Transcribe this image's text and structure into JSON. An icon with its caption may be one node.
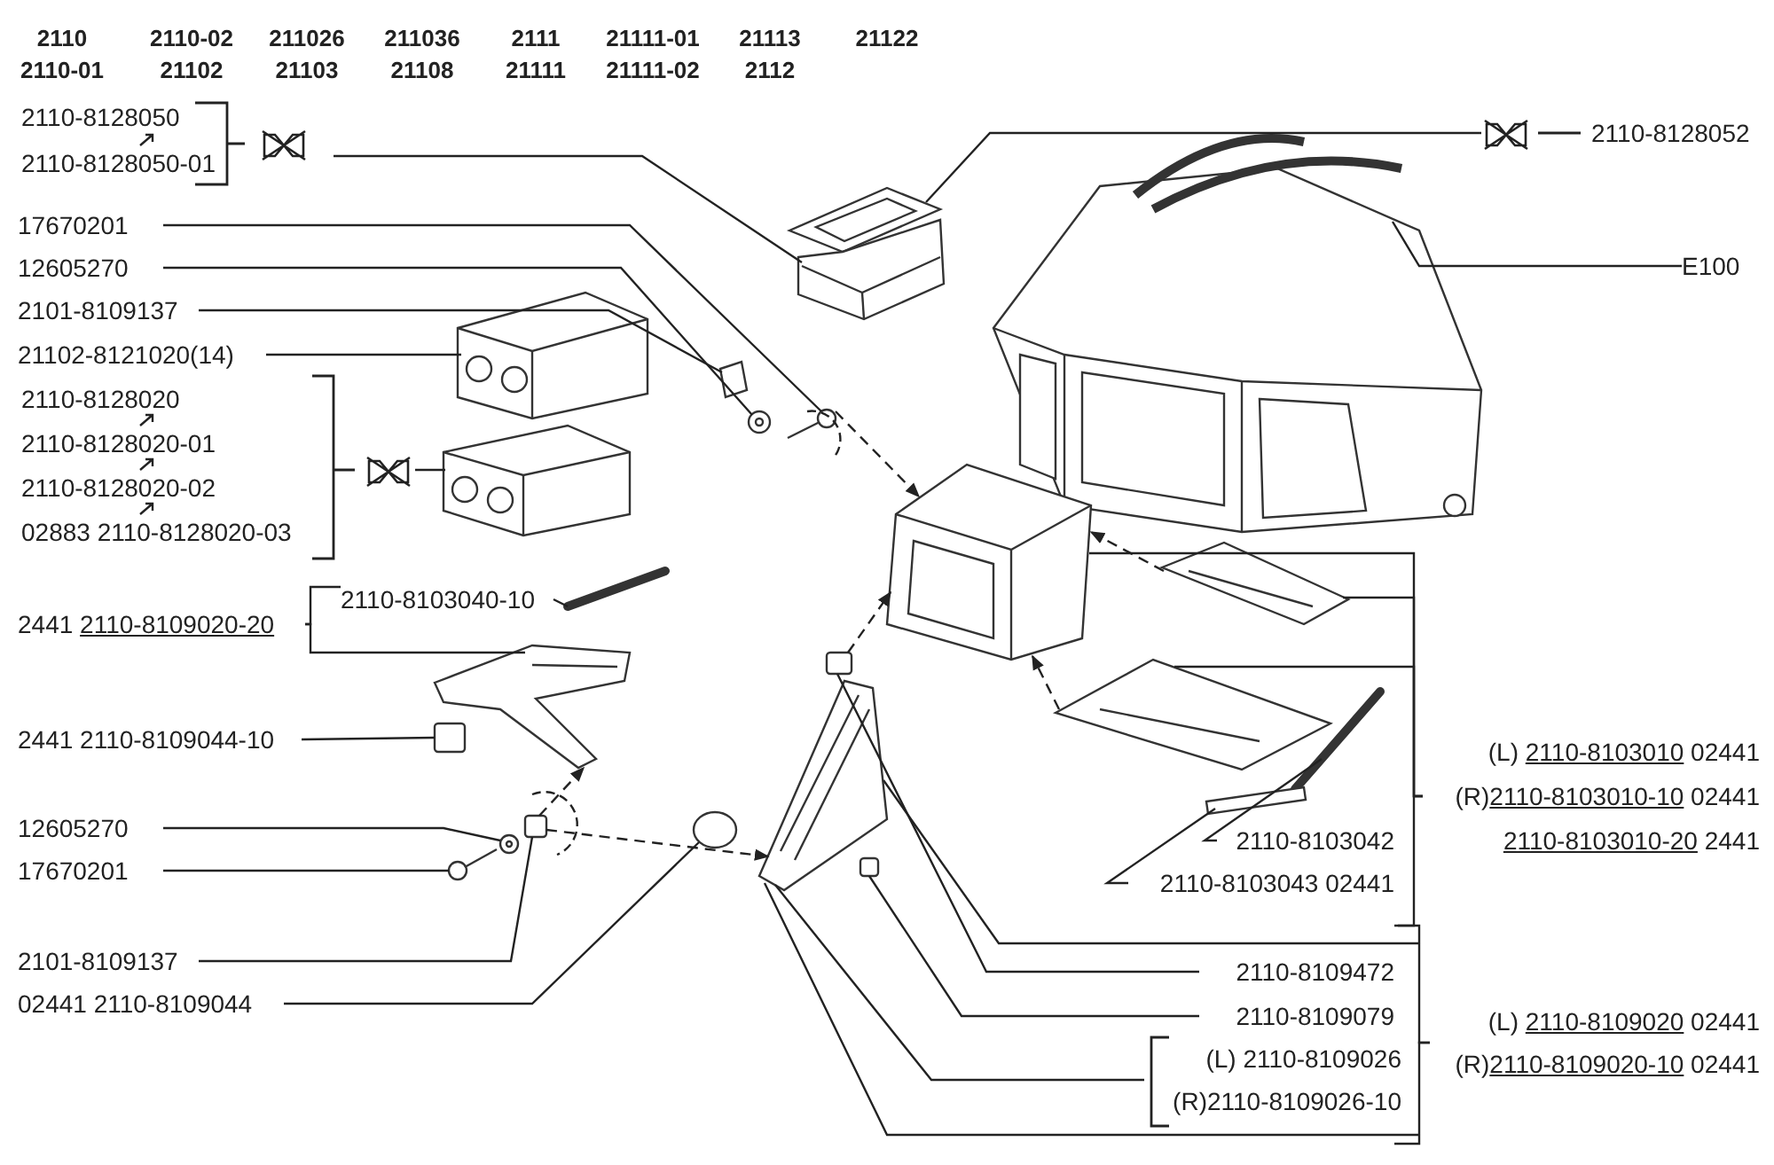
{
  "diagram": {
    "nodes": [
      {
        "text": [
          "2110-8128050",
          "2110-8128050-01"
        ]
      },
      {
        "text": [
          "17670201"
        ]
      },
      {
        "text": [
          "12605270"
        ]
      },
      {
        "text": [
          "2101-8109137"
        ]
      },
      {
        "text": [
          "21102-8121020(14)"
        ]
      },
      {
        "text": [
          "2110-8128020",
          "2110-8128020-01",
          "2110-8128020-02",
          "02883 2110-8128020-03"
        ]
      },
      {
        "text": [
          "2110-8103040-10"
        ]
      },
      {
        "text": [
          "2441 2110-8109020-20"
        ]
      },
      {
        "text": [
          "2441 2110-8109044-10"
        ]
      },
      {
        "text": [
          "12605270"
        ]
      },
      {
        "text": [
          "17670201"
        ]
      },
      {
        "text": [
          "2101-8109137"
        ]
      },
      {
        "text": [
          "02441 2110-8109044"
        ]
      },
      {
        "text": [
          "2110-8128052"
        ]
      },
      {
        "text": [
          "E100"
        ]
      },
      {
        "text": [
          "(L)  2110-8103010 02441",
          "(R)2110-8103010-10 02441",
          "2110-8103010-20   2441"
        ]
      },
      {
        "text": [
          "2110-8103042"
        ]
      },
      {
        "text": [
          "2110-8103043 02441"
        ]
      },
      {
        "text": [
          "2110-8109472"
        ]
      },
      {
        "text": [
          "2110-8109079"
        ]
      },
      {
        "text": [
          "(L)  2110-8109026",
          "(R)2110-8109026-10"
        ]
      },
      {
        "text": [
          "(L)  2110-8109020 02441",
          "(R)2110-8109020-10 02441"
        ]
      },
      {
        "text": [],
        "shape": "picture"
      },
      {
        "text": [],
        "shape": "picture"
      },
      {
        "text": [],
        "shape": "picture"
      },
      {
        "text": [],
        "shape": "picture"
      },
      {
        "text": [],
        "shape": "picture"
      },
      {
        "text": [],
        "shape": "picture"
      },
      {
        "text": [],
        "shape": "picture"
      },
      {
        "text": [],
        "shape": "picture"
      },
      {
        "text": [],
        "shape": "picture"
      },
      {
        "text": [],
        "shape": "picture"
      },
      {
        "text": [],
        "shape": "picture"
      },
      {
        "text": [],
        "shape": "picture"
      },
      {
        "text": [],
        "shape": "bar"
      },
      {
        "text": [],
        "shape": "picture"
      },
      {
        "text": [],
        "shape": "picture"
      },
      {
        "text": [],
        "shape": "box"
      },
      {
        "text": [],
        "shape": "picture"
      },
      {
        "text": [],
        "shape": "picture"
      },
      {
        "text": [],
        "shape": "box"
      },
      {
        "text": [],
        "shape": "circle"
      },
      {
        "text": [],
        "shape": "picture"
      },
      {
        "text": [],
        "shape": "box"
      },
      {
        "text": [],
        "shape": "box"
      }
    ],
    "edges": [
      {
        "from": 0,
        "to": 23,
        "arrow": "none"
      },
      {
        "from": 1,
        "to": 26,
        "arrow": "none"
      },
      {
        "from": 2,
        "to": 25,
        "arrow": "none"
      },
      {
        "from": 3,
        "to": 24,
        "arrow": "none"
      },
      {
        "from": 4,
        "to": 27,
        "arrow": "none"
      },
      {
        "from": 5,
        "to": 28,
        "arrow": "none"
      },
      {
        "from": 6,
        "to": 35,
        "arrow": "none"
      },
      {
        "from": 7,
        "to": 36,
        "arrow": "none"
      },
      {
        "from": 8,
        "to": 37,
        "arrow": "none"
      },
      {
        "from": 9,
        "to": 38,
        "arrow": "none"
      },
      {
        "from": 10,
        "to": 39,
        "arrow": "none"
      },
      {
        "from": 11,
        "to": 40,
        "arrow": "none"
      },
      {
        "from": 12,
        "to": 41,
        "arrow": "none"
      },
      {
        "from": 13,
        "to": 22,
        "arrow": "none"
      },
      {
        "from": 14,
        "to": 29,
        "arrow": "none"
      },
      {
        "from": 15,
        "to": 30,
        "arrow": "none"
      },
      {
        "from": 15,
        "to": 31,
        "arrow": "none"
      },
      {
        "from": 15,
        "to": 32,
        "arrow": "none"
      },
      {
        "from": 16,
        "to": 33,
        "arrow": "none"
      },
      {
        "from": 17,
        "to": 34,
        "arrow": "none"
      },
      {
        "from": 18,
        "to": 44,
        "arrow": "none"
      },
      {
        "from": 19,
        "to": 43,
        "arrow": "none"
      },
      {
        "from": 20,
        "to": 42,
        "arrow": "none"
      },
      {
        "from": 21,
        "to": 42,
        "arrow": "none"
      },
      {
        "from": 21,
        "to": 42,
        "arrow": "none"
      },
      {
        "from": 26,
        "to": 30,
        "arrow": "to",
        "style": "dashed"
      },
      {
        "from": 44,
        "to": 30,
        "arrow": "to",
        "style": "dashed"
      },
      {
        "from": 31,
        "to": 30,
        "arrow": "to",
        "style": "dashed"
      },
      {
        "from": 32,
        "to": 30,
        "arrow": "to",
        "style": "dashed"
      },
      {
        "from": 40,
        "to": 36,
        "arrow": "to",
        "style": "dashed"
      },
      {
        "from": 40,
        "to": 42,
        "arrow": "to",
        "style": "dashed"
      },
      {
        "from": 7,
        "to": 6,
        "arrow": "none"
      }
    ],
    "labels": [
      "2110",
      "2110-02",
      "211026",
      "211036",
      "2111",
      "21111-01",
      "21113",
      "21122",
      "2110-01",
      "21102",
      "21103",
      "21108",
      "21111",
      "21111-02",
      "2112"
    ]
  }
}
